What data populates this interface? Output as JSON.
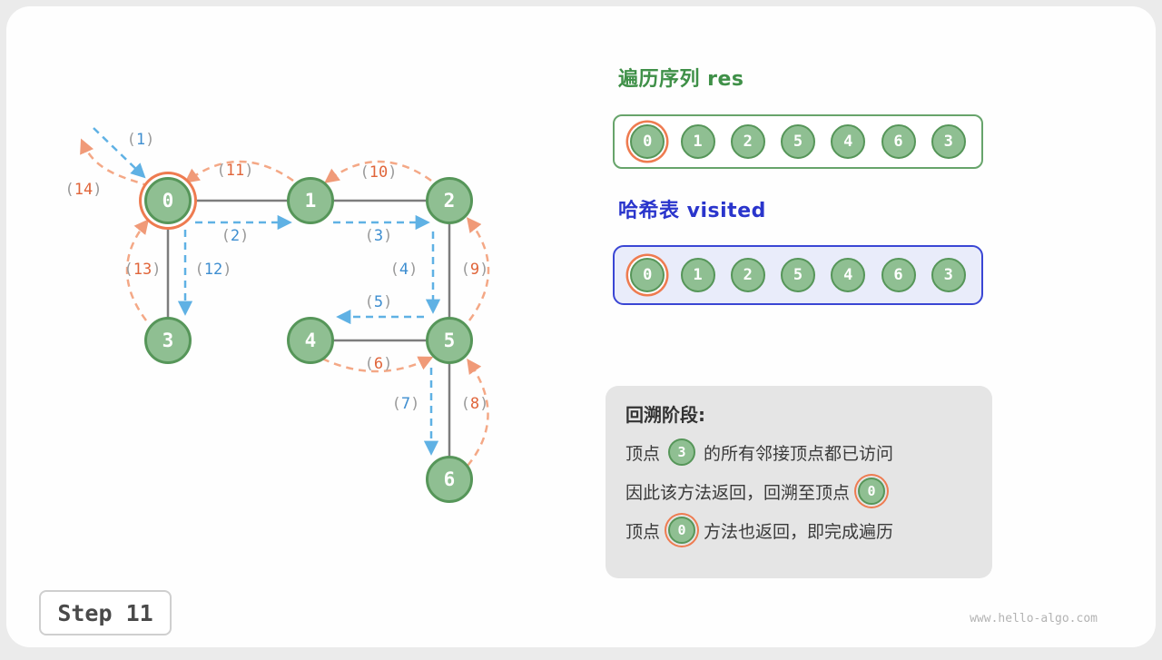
{
  "graph": {
    "nodes": [
      {
        "id": "0",
        "highlight": true
      },
      {
        "id": "1",
        "highlight": false
      },
      {
        "id": "2",
        "highlight": false
      },
      {
        "id": "3",
        "highlight": false
      },
      {
        "id": "4",
        "highlight": false
      },
      {
        "id": "5",
        "highlight": false
      },
      {
        "id": "6",
        "highlight": false
      }
    ],
    "edges": [
      [
        "0",
        "1"
      ],
      [
        "1",
        "2"
      ],
      [
        "0",
        "3"
      ],
      [
        "2",
        "5"
      ],
      [
        "4",
        "5"
      ],
      [
        "5",
        "6"
      ]
    ],
    "annotations": [
      {
        "n": "1",
        "color": "blue"
      },
      {
        "n": "2",
        "color": "blue"
      },
      {
        "n": "3",
        "color": "blue"
      },
      {
        "n": "4",
        "color": "blue"
      },
      {
        "n": "5",
        "color": "blue"
      },
      {
        "n": "6",
        "color": "orange"
      },
      {
        "n": "7",
        "color": "blue"
      },
      {
        "n": "8",
        "color": "orange"
      },
      {
        "n": "9",
        "color": "orange"
      },
      {
        "n": "10",
        "color": "orange"
      },
      {
        "n": "11",
        "color": "orange"
      },
      {
        "n": "12",
        "color": "blue"
      },
      {
        "n": "13",
        "color": "orange"
      },
      {
        "n": "14",
        "color": "orange"
      }
    ]
  },
  "res_panel": {
    "title": "遍历序列 res",
    "values": [
      "0",
      "1",
      "2",
      "5",
      "4",
      "6",
      "3"
    ],
    "highlight_index": 0
  },
  "visited_panel": {
    "title": "哈希表 visited",
    "values": [
      "0",
      "1",
      "2",
      "5",
      "4",
      "6",
      "3"
    ],
    "highlight_index": 0
  },
  "info_box": {
    "title": "回溯阶段:",
    "lines": [
      {
        "pre": "顶点",
        "node": "3",
        "node_highlight": false,
        "post": "的所有邻接顶点都已访问"
      },
      {
        "pre": "因此该方法返回，回溯至顶点",
        "node": "0",
        "node_highlight": true,
        "post": ""
      },
      {
        "pre": "顶点",
        "node": "0",
        "node_highlight": true,
        "post": "方法也返回，即完成遍历"
      }
    ]
  },
  "step_label": "Step 11",
  "watermark": "www.hello-algo.com",
  "colors": {
    "node_fill": "#8fbf92",
    "node_border": "#569659",
    "highlight_ring": "#ee7b50",
    "traverse_blue": "#5fb1e4",
    "backtrack_orange": "#f09a78",
    "res_green": "#3f9048",
    "visited_blue": "#2a35cc"
  }
}
